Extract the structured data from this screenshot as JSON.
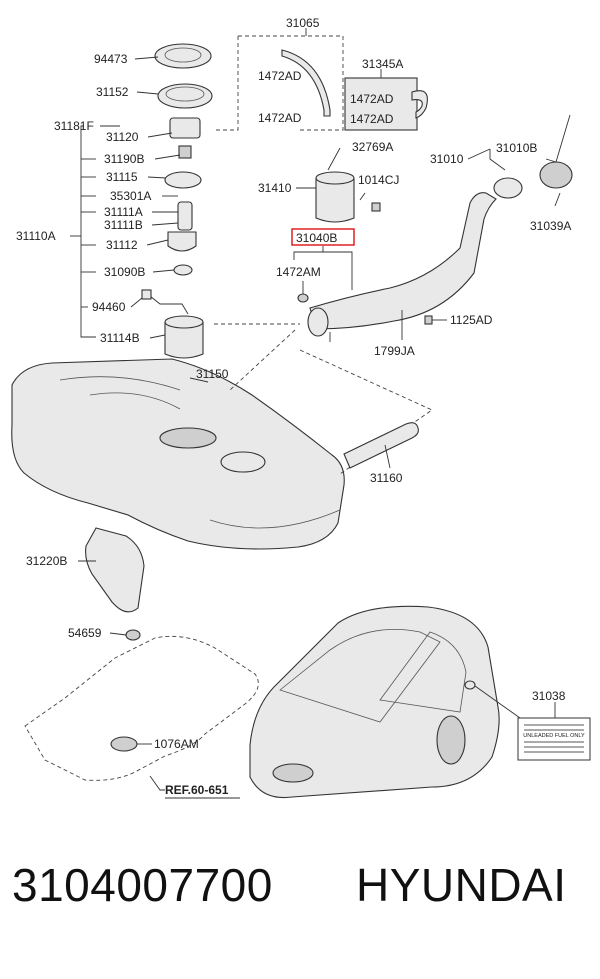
{
  "labels": {
    "l94473": "94473",
    "l31152": "31152",
    "l31181F": "31181F",
    "l31120": "31120",
    "l31190B": "31190B",
    "l31115": "31115",
    "l35301A": "35301A",
    "l31111A": "31111A",
    "l31111B": "31111B",
    "l31110A": "31110A",
    "l31112": "31112",
    "l31090B": "31090B",
    "l94460": "94460",
    "l31114B": "31114B",
    "l31065": "31065",
    "l1472AD_1": "1472AD",
    "l1472AD_2": "1472AD",
    "l31345A": "31345A",
    "l1472AD_3": "1472AD",
    "l1472AD_4": "1472AD",
    "l32769A": "32769A",
    "l31410": "31410",
    "l1014CJ": "1014CJ",
    "l31010": "31010",
    "l31010B": "31010B",
    "l31039A": "31039A",
    "l31040B": "31040B",
    "l1472AM": "1472AM",
    "l1125AD": "1125AD",
    "l1799JA": "1799JA",
    "l31150": "31150",
    "l31160": "31160",
    "l31220B": "31220B",
    "l54659": "54659",
    "l1076AM": "1076AM",
    "lREF": "REF.60-651",
    "l31038": "31038"
  },
  "fuel_label": {
    "line1": "UNLEADED FUEL ONLY"
  },
  "highlight_color": "#e02020",
  "footer": {
    "part_number": "3104007700",
    "brand": "HYUNDAI"
  }
}
